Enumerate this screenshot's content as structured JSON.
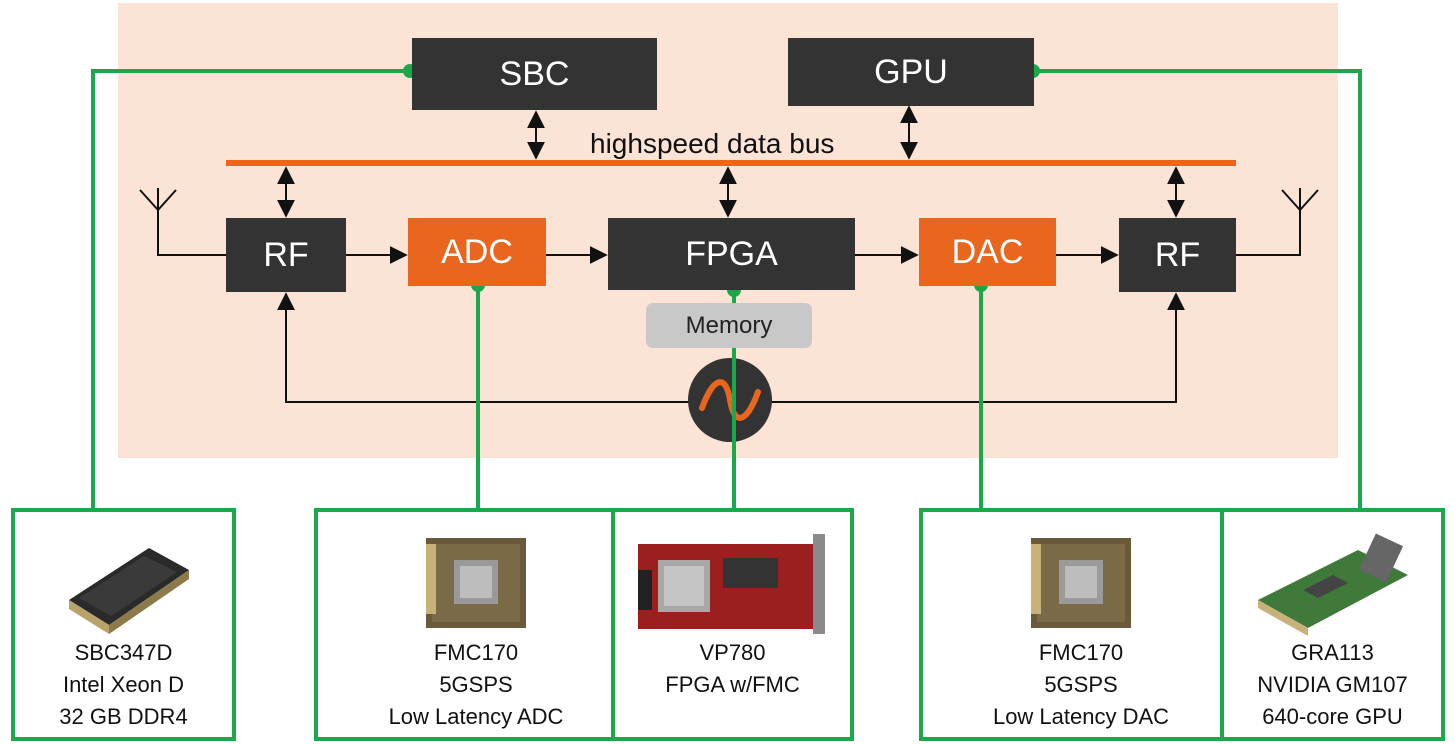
{
  "blocks": {
    "sbc": "SBC",
    "gpu": "GPU",
    "rf_in": "RF",
    "adc": "ADC",
    "fpga": "FPGA",
    "dac": "DAC",
    "rf_out": "RF",
    "memory": "Memory"
  },
  "bus_label": "highspeed data bus",
  "cards": [
    {
      "lines": [
        "SBC347D",
        "Intel Xeon D",
        "32 GB DDR4"
      ],
      "image": "sbc-board-photo"
    },
    {
      "lines": [
        "FMC170",
        "5GSPS",
        "Low Latency ADC"
      ],
      "image": "fmc-board-photo"
    },
    {
      "lines": [
        "VP780",
        "FPGA w/FMC"
      ],
      "image": "fpga-board-photo"
    },
    {
      "lines": [
        "FMC170",
        "5GSPS",
        "Low Latency DAC"
      ],
      "image": "fmc-board-photo"
    },
    {
      "lines": [
        "GRA113",
        "NVIDIA GM107",
        "640-core GPU"
      ],
      "image": "gpu-board-photo"
    }
  ],
  "colors": {
    "background_panel": "#fbe3d6",
    "dark_block": "#333333",
    "orange_block": "#e9661f",
    "bus": "#e9661f",
    "connector_green": "#1aa84a",
    "memory": "#c8c8c8"
  }
}
